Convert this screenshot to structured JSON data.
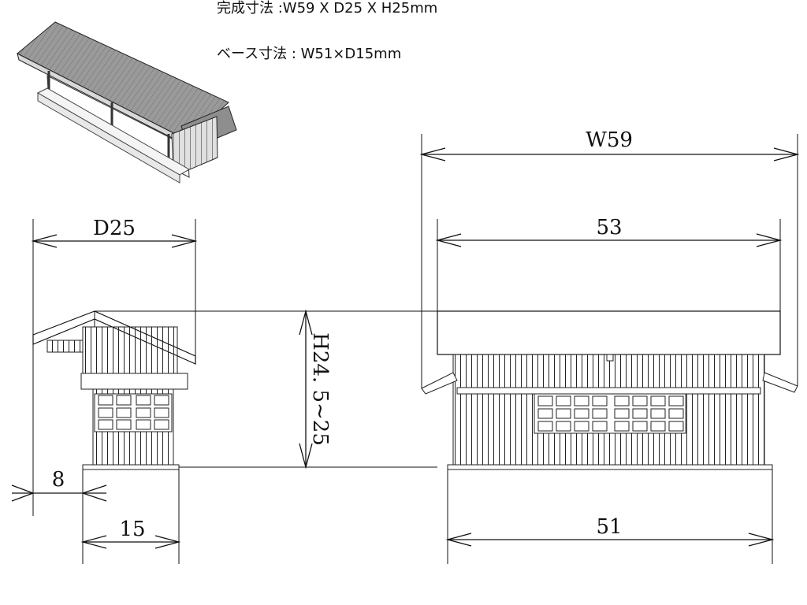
{
  "spec": {
    "finished_size": "完成寸法 :W59 X D25 X H25mm",
    "base_size": "ベース寸法 : W51×D15mm"
  },
  "dimensions": {
    "depth_total": "D25",
    "width_total": "W59",
    "width_roof_inner": "53",
    "height": "H24. 5~25",
    "offset_left": "8",
    "base_depth": "15",
    "base_width": "51"
  },
  "colors": {
    "line": "#111111",
    "roof_fill": "#9a9a9a"
  }
}
